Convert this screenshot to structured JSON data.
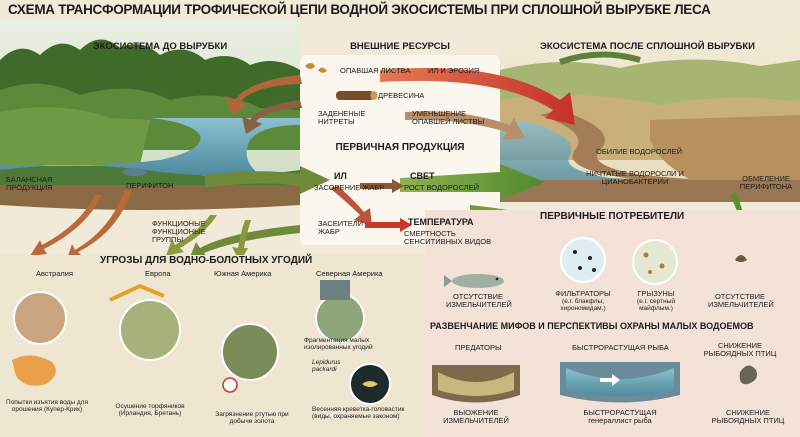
{
  "title": "СХЕМА ТРАНСФОРМАЦИИ ТРОФИЧЕСКОЙ ЦЕПИ ВОДНОЙ ЭКОСИСТЕМЫ ПРИ СПЛОШНОЙ ВЫРУБКЕ ЛЕСА",
  "sections": {
    "before": "ЭКОСИСТЕМА ДО ВЫРУБКИ",
    "external": "ВНЕШНИЕ РЕСУРСЫ",
    "after": "ЭКОСИСТЕМА ПОСЛЕ СПЛОШНОЙ ВЫРУБКИ",
    "primary_production": "ПЕРВИЧНАЯ ПРОДУКЦИЯ",
    "primary_consumers": "ПЕРВИЧНЫЕ ПОТРЕБИТЕЛИ",
    "threats": "УГРОЗЫ ДЛЯ ВОДНО-БОЛОТНЫХ УГОДИЙ",
    "myths": "РАЗВЕНЧАНИЕ МИФОВ И ПЕРСПЕКТИВЫ ОХРАНЫ МАЛЫХ ВОДОЕМОВ"
  },
  "external_items": {
    "fallen_leaves": "ОПАВШАЯ ЛИСТВА",
    "silt_erosion": "ИЛ И ЭРОЗИЯ",
    "wood": "ДРЕВЕСИНА",
    "delayed_nitrates": "ЗАДЕНЕНЫЕ НИТРЕТЫ",
    "less_leaves": "УМЕНЬШЕНИЕ ОПАВШЕЙ ЛИСТВЫ"
  },
  "before_labels": {
    "balanced": "БАЛАНСНАЯ ПРОДУКЦИЯ",
    "periphyton": "ПЕРИФИТОН",
    "functional_groups": "ФУНКЦИОНЫЕ ФУНКЦИОНЫЕ ГРУППЫ"
  },
  "flow_labels": {
    "silt": "ИЛ",
    "gill_clog": "ЗАСОРЕНИЕ ЖАБР",
    "light": "СВЕТ",
    "algae_growth": "РОСТ ВОДОРОСЛЕЙ",
    "gill_filter": "ЗАСЕИТЕЛИ ЖАБР",
    "temperature": "ТЕМПЕРАТУРА",
    "sensitive_death": "СМЕРТНОСТЬ СЕНСИТИВНЫХ ВИДОВ"
  },
  "after_labels": {
    "algae_abundance": "ОБИЛИЕ ВОДОРОСЛЕЙ",
    "filamentous": "НИЧТАТЫЕ ВОДОРОСЛИ И ЦИАНОБАКТЕРИИ",
    "periphyton_decline": "ОБМЕЛЕНИЕ ПЕРИФИТОНА"
  },
  "consumers": {
    "no_shredders_left": "ОТСУТСТВИЕ ИЗМЕЛЬЧИТЕЛЕЙ",
    "filterers": "ФИЛЬТРАТОРЫ",
    "filterers_note": "(е.г. блакфлы, хирономидам.)",
    "grazers": "ГРЫЗУНЫ",
    "grazers_note": "(е.г. сертный майфлым.)",
    "no_shredders_right": "ОТСУТСТВИЕ ИЗМЕЛЬЧИТЕЛЕЙ"
  },
  "regions": {
    "australia": "Австралия",
    "europe": "Европа",
    "south_america": "Южная Америка",
    "north_america": "Северная Америка"
  },
  "threat_captions": {
    "australia": "Попытки изъятия воды для орошения (Купер-Крик)",
    "europe": "Осушение торфяников (Ирландия, Бретань)",
    "south_america": "Загрязнение ртутью при добыче золота",
    "north_america": "Фрагментация малых изолированных угодий",
    "lepidurus": "Lepidurus packardi",
    "shrimp": "Весенняя креветка-головастик (виды, охраняемые законом)"
  },
  "myths": {
    "predators": "ПРЕДАТОРЫ",
    "fast_fish": "БЫСТРОРАСТУЩАЯ РЫБА",
    "bird_decline_top": "СНИЖЕНИЕ РЫБОЯДНЫХ ПТИЦ",
    "shredder_survival": "ВЫОЖЕНИЕ ИЗМЕЛЬЧИТЕЛЕЙ",
    "fast_fish_gen": "БЫСТРОРАСТУЩАЯ генераллист рыба",
    "bird_decline_bottom": "СНИЖЕНИЕ РЫБОЯДНЫХ ПТИЦ"
  },
  "colors": {
    "arrow_brown": "#8a5a34",
    "arrow_green": "#5e8f2e",
    "arrow_red": "#c8362c",
    "arrow_orange": "#d27a2e",
    "water": "#6fa5b8",
    "forest": "#3f6b2a"
  }
}
